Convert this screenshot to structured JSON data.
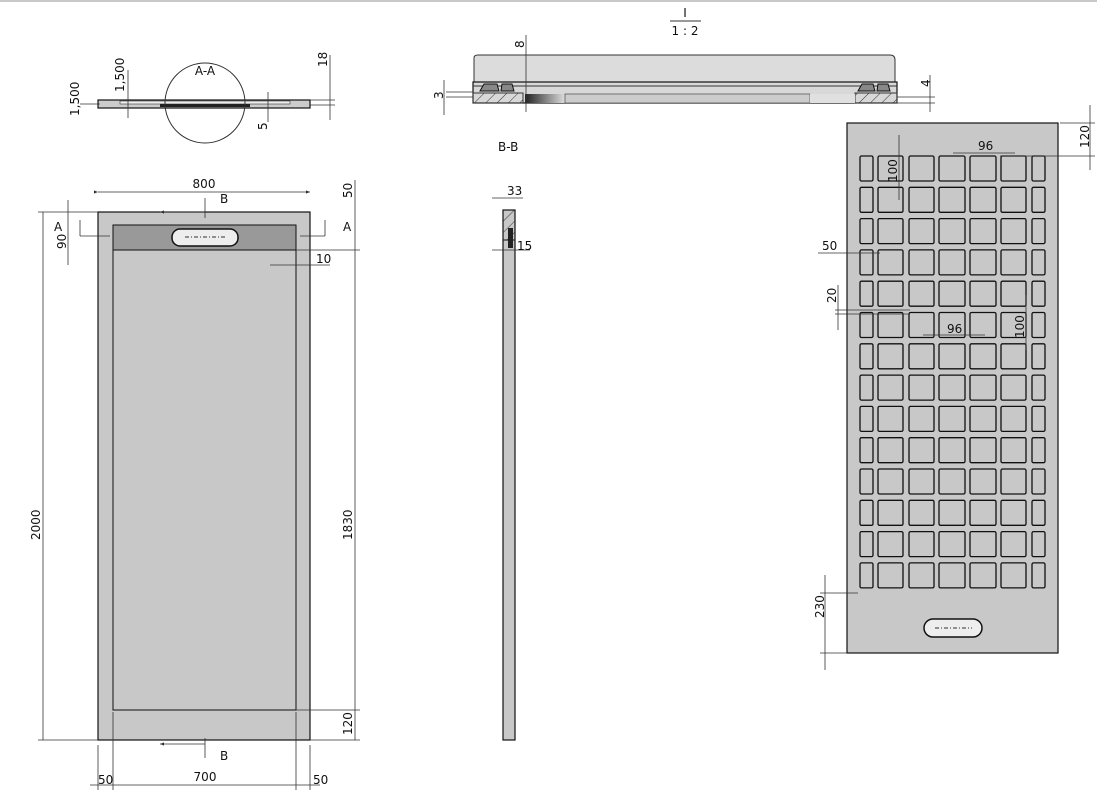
{
  "scale": {
    "detail_label": "I",
    "ratio": "1 : 2"
  },
  "section_aa": {
    "label": "A-A",
    "dims": {
      "left_thickness": "1,500",
      "inner_thickness": "1,500",
      "height": "18",
      "lip": "5"
    }
  },
  "section_detail": {
    "dims": {
      "top_depth": "8",
      "left_step": "3",
      "right_step": "4"
    }
  },
  "plan_view": {
    "cut_marks": {
      "a_left": "A",
      "a_right": "A",
      "b_top": "B",
      "b_bottom": "B"
    },
    "dims": {
      "width": "800",
      "length": "2000",
      "inner_length": "1830",
      "top_margin": "50",
      "bottom_margin": "120",
      "drain_offset": "90",
      "edge": "10",
      "left_margin": "50",
      "inner_width": "700",
      "right_margin": "50"
    }
  },
  "section_bb": {
    "label": "B-B",
    "dims": {
      "thickness": "33",
      "wall": "15"
    }
  },
  "bottom_view": {
    "dims": {
      "top_margin": "120",
      "cell_pitch_h": "96",
      "cell_pitch_v": "100",
      "side_margin": "50",
      "gap": "20",
      "cell_pitch_h2": "96",
      "cell_pitch_v2": "100",
      "drain_offset": "230"
    },
    "grid": {
      "columns": 7,
      "rows": 14
    }
  },
  "colors": {
    "fill": "#c8c8c8",
    "line": "#111111",
    "light": "#dcdcdc"
  }
}
